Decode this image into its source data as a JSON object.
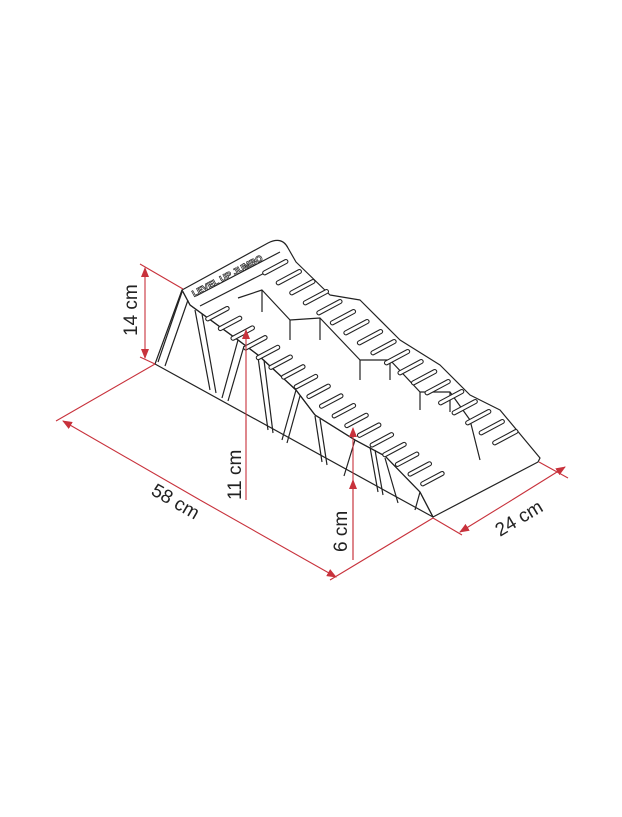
{
  "product_marking": "LEVEL UP JUMBO",
  "dimensions": {
    "height_max": "14 cm",
    "height_mid": "11 cm",
    "height_low": "6 cm",
    "length": "58 cm",
    "width": "24 cm"
  },
  "colors": {
    "dimension_lines": "#c8323c",
    "outline": "#222222",
    "background": "#ffffff"
  }
}
